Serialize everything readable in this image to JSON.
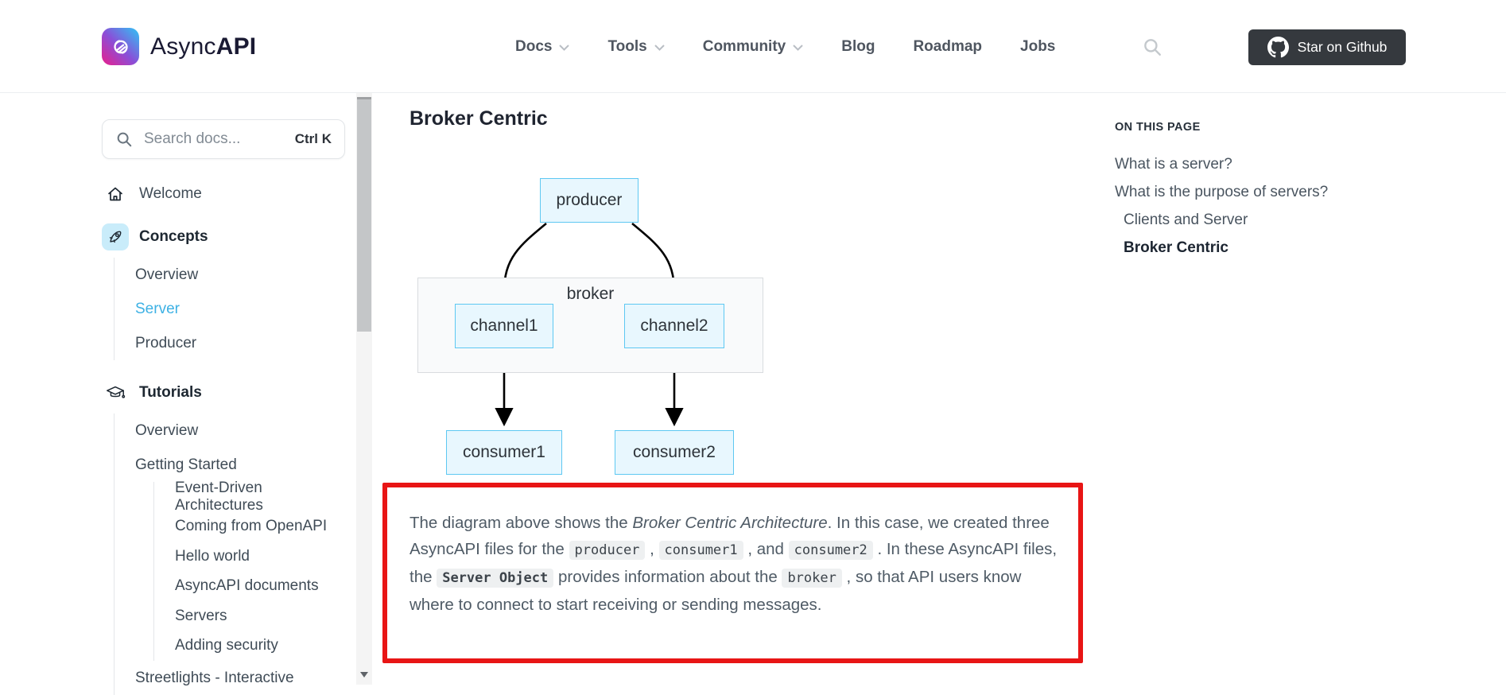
{
  "header": {
    "brand": "AsyncAPI",
    "nav": [
      {
        "label": "Docs"
      },
      {
        "label": "Tools"
      },
      {
        "label": "Community"
      },
      {
        "label": "Blog"
      },
      {
        "label": "Roadmap"
      },
      {
        "label": "Jobs"
      }
    ],
    "github_label": "Star on Github"
  },
  "sidebar": {
    "search_placeholder": "Search docs...",
    "search_shortcut": "Ctrl K",
    "welcome": "Welcome",
    "concepts": {
      "label": "Concepts",
      "items": [
        "Overview",
        "Server",
        "Producer"
      ],
      "active_item": "Server"
    },
    "tutorials": {
      "label": "Tutorials",
      "items": [
        "Overview",
        "Getting Started"
      ],
      "getting_started_items": [
        "Event-Driven Architectures",
        "Coming from OpenAPI",
        "Hello world",
        "AsyncAPI documents",
        "Servers",
        "Adding security"
      ],
      "last_item": "Streetlights - Interactive"
    }
  },
  "content": {
    "heading": "Broker Centric",
    "diagram": {
      "producer": "producer",
      "broker": "broker",
      "channel1": "channel1",
      "channel2": "channel2",
      "consumer1": "consumer1",
      "consumer2": "consumer2"
    },
    "paragraph": [
      {
        "t": "text",
        "v": "The diagram above shows the "
      },
      {
        "t": "em",
        "v": "Broker Centric Architecture"
      },
      {
        "t": "text",
        "v": ". In this case, we created three AsyncAPI files for the "
      },
      {
        "t": "code",
        "v": "producer"
      },
      {
        "t": "text",
        "v": " , "
      },
      {
        "t": "code",
        "v": "consumer1"
      },
      {
        "t": "text",
        "v": " , and "
      },
      {
        "t": "code",
        "v": "consumer2"
      },
      {
        "t": "text",
        "v": " . In these AsyncAPI files, the "
      },
      {
        "t": "code_bold",
        "v": "Server Object"
      },
      {
        "t": "text",
        "v": " provides information about the "
      },
      {
        "t": "code",
        "v": "broker"
      },
      {
        "t": "text",
        "v": " , so that API users know where to connect to start receiving or sending messages."
      }
    ]
  },
  "toc": {
    "title": "ON THIS PAGE",
    "items": [
      {
        "label": "What is a server?",
        "indent": 0,
        "active": false
      },
      {
        "label": "What is the purpose of servers?",
        "indent": 0,
        "active": false
      },
      {
        "label": "Clients and Server",
        "indent": 1,
        "active": false
      },
      {
        "label": "Broker Centric",
        "indent": 1,
        "active": true
      }
    ]
  },
  "colors": {
    "accent_link": "#3db1e4",
    "annotation_red": "#e81515",
    "diagram_node_fill": "#e8f7fe",
    "diagram_node_border": "#5ec8f2",
    "brand_gradient_top_right": "#2fc5f5",
    "brand_gradient_bottom_left": "#e91e8c",
    "github_button_bg": "#35393e"
  }
}
